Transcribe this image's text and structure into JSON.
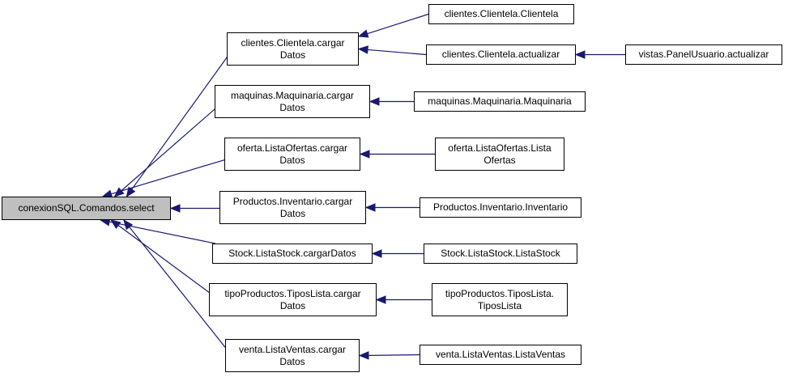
{
  "colors": {
    "edge": "#191970",
    "root_fill": "#bfbfbf",
    "node_fill": "#ffffff",
    "border": "#000000"
  },
  "nodes": {
    "root": [
      "conexionSQL.Comandos.select"
    ],
    "clientes_cargar": [
      "clientes.Clientela.cargar",
      "Datos"
    ],
    "clientes_clientela": [
      "clientes.Clientela.Clientela"
    ],
    "clientes_actualizar": [
      "clientes.Clientela.actualizar"
    ],
    "vistas_actualizar": [
      "vistas.PanelUsuario.actualizar"
    ],
    "maquinas_cargar": [
      "maquinas.Maquinaria.cargar",
      "Datos"
    ],
    "maquinas_maquinaria": [
      "maquinas.Maquinaria.Maquinaria"
    ],
    "oferta_cargar": [
      "oferta.ListaOfertas.cargar",
      "Datos"
    ],
    "oferta_lista": [
      "oferta.ListaOfertas.Lista",
      "Ofertas"
    ],
    "productos_cargar": [
      "Productos.Inventario.cargar",
      "Datos"
    ],
    "productos_inventario": [
      "Productos.Inventario.Inventario"
    ],
    "stock_cargar": [
      "Stock.ListaStock.cargarDatos"
    ],
    "stock_lista": [
      "Stock.ListaStock.ListaStock"
    ],
    "tipo_cargar": [
      "tipoProductos.TiposLista.cargar",
      "Datos"
    ],
    "tipo_lista": [
      "tipoProductos.TiposLista.",
      "TiposLista"
    ],
    "venta_cargar": [
      "venta.ListaVentas.cargar",
      "Datos"
    ],
    "venta_lista": [
      "venta.ListaVentas.ListaVentas"
    ]
  },
  "edges": [
    {
      "from": "clientes_cargar",
      "to": "root"
    },
    {
      "from": "maquinas_cargar",
      "to": "root"
    },
    {
      "from": "oferta_cargar",
      "to": "root"
    },
    {
      "from": "productos_cargar",
      "to": "root"
    },
    {
      "from": "stock_cargar",
      "to": "root"
    },
    {
      "from": "tipo_cargar",
      "to": "root"
    },
    {
      "from": "venta_cargar",
      "to": "root"
    },
    {
      "from": "clientes_clientela",
      "to": "clientes_cargar"
    },
    {
      "from": "clientes_actualizar",
      "to": "clientes_cargar"
    },
    {
      "from": "vistas_actualizar",
      "to": "clientes_actualizar"
    },
    {
      "from": "maquinas_maquinaria",
      "to": "maquinas_cargar"
    },
    {
      "from": "oferta_lista",
      "to": "oferta_cargar"
    },
    {
      "from": "productos_inventario",
      "to": "productos_cargar"
    },
    {
      "from": "stock_lista",
      "to": "stock_cargar"
    },
    {
      "from": "tipo_lista",
      "to": "tipo_cargar"
    },
    {
      "from": "venta_lista",
      "to": "venta_cargar"
    }
  ]
}
